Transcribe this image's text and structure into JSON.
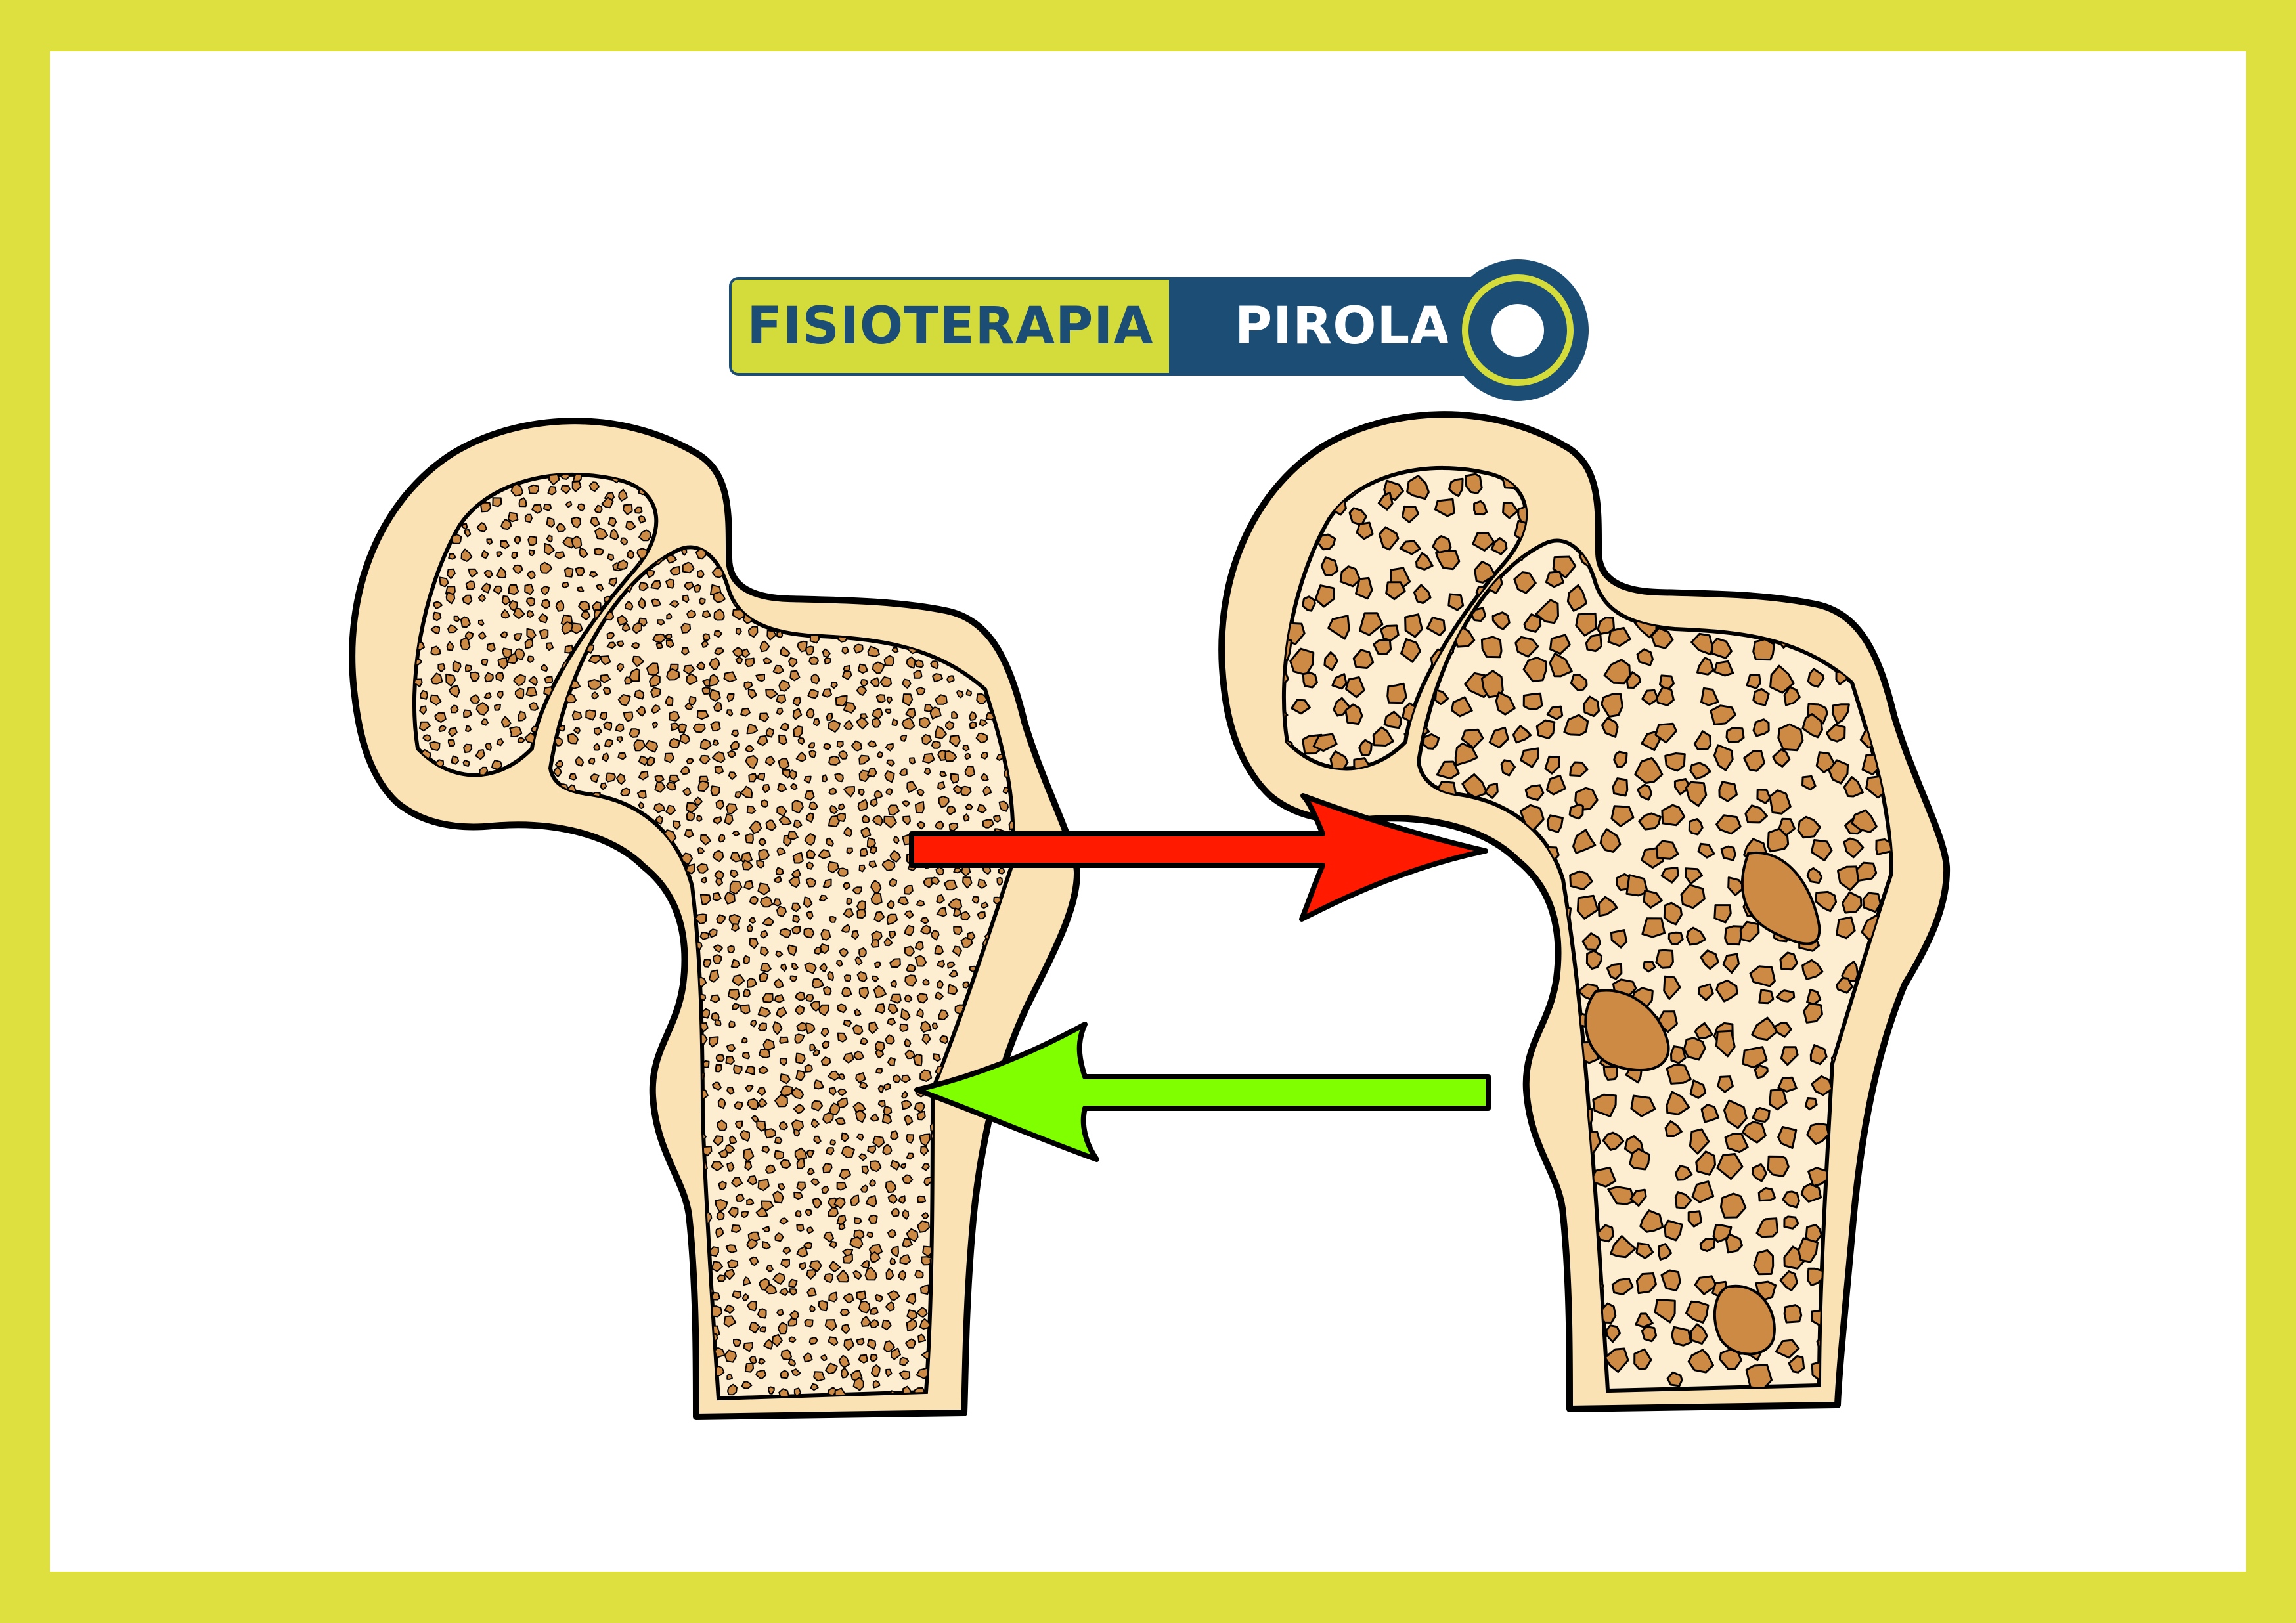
{
  "logo": {
    "text_left": "FISIOTERAPIA",
    "text_right": "PIROLA"
  },
  "colors": {
    "border": "#dde03e",
    "background": "#ffffff",
    "logo_navy": "#1c4d75",
    "logo_lime": "#d4dc3c",
    "bone_cortex": "#fbe2b5",
    "bone_marrow": "#fdeed2",
    "trabecula": "#cd8a45",
    "outline": "#000000",
    "arrow_right": "#ff1a00",
    "arrow_left": "#80ff00"
  },
  "figures": [
    {
      "name": "healthy-femur",
      "pore_size": "small",
      "pore_density": "high"
    },
    {
      "name": "osteoporotic-femur",
      "pore_size": "large",
      "pore_density": "low"
    }
  ],
  "arrows": [
    {
      "name": "arrow-to-right",
      "direction": "right",
      "color": "#ff1a00"
    },
    {
      "name": "arrow-to-left",
      "direction": "left",
      "color": "#80ff00"
    }
  ]
}
